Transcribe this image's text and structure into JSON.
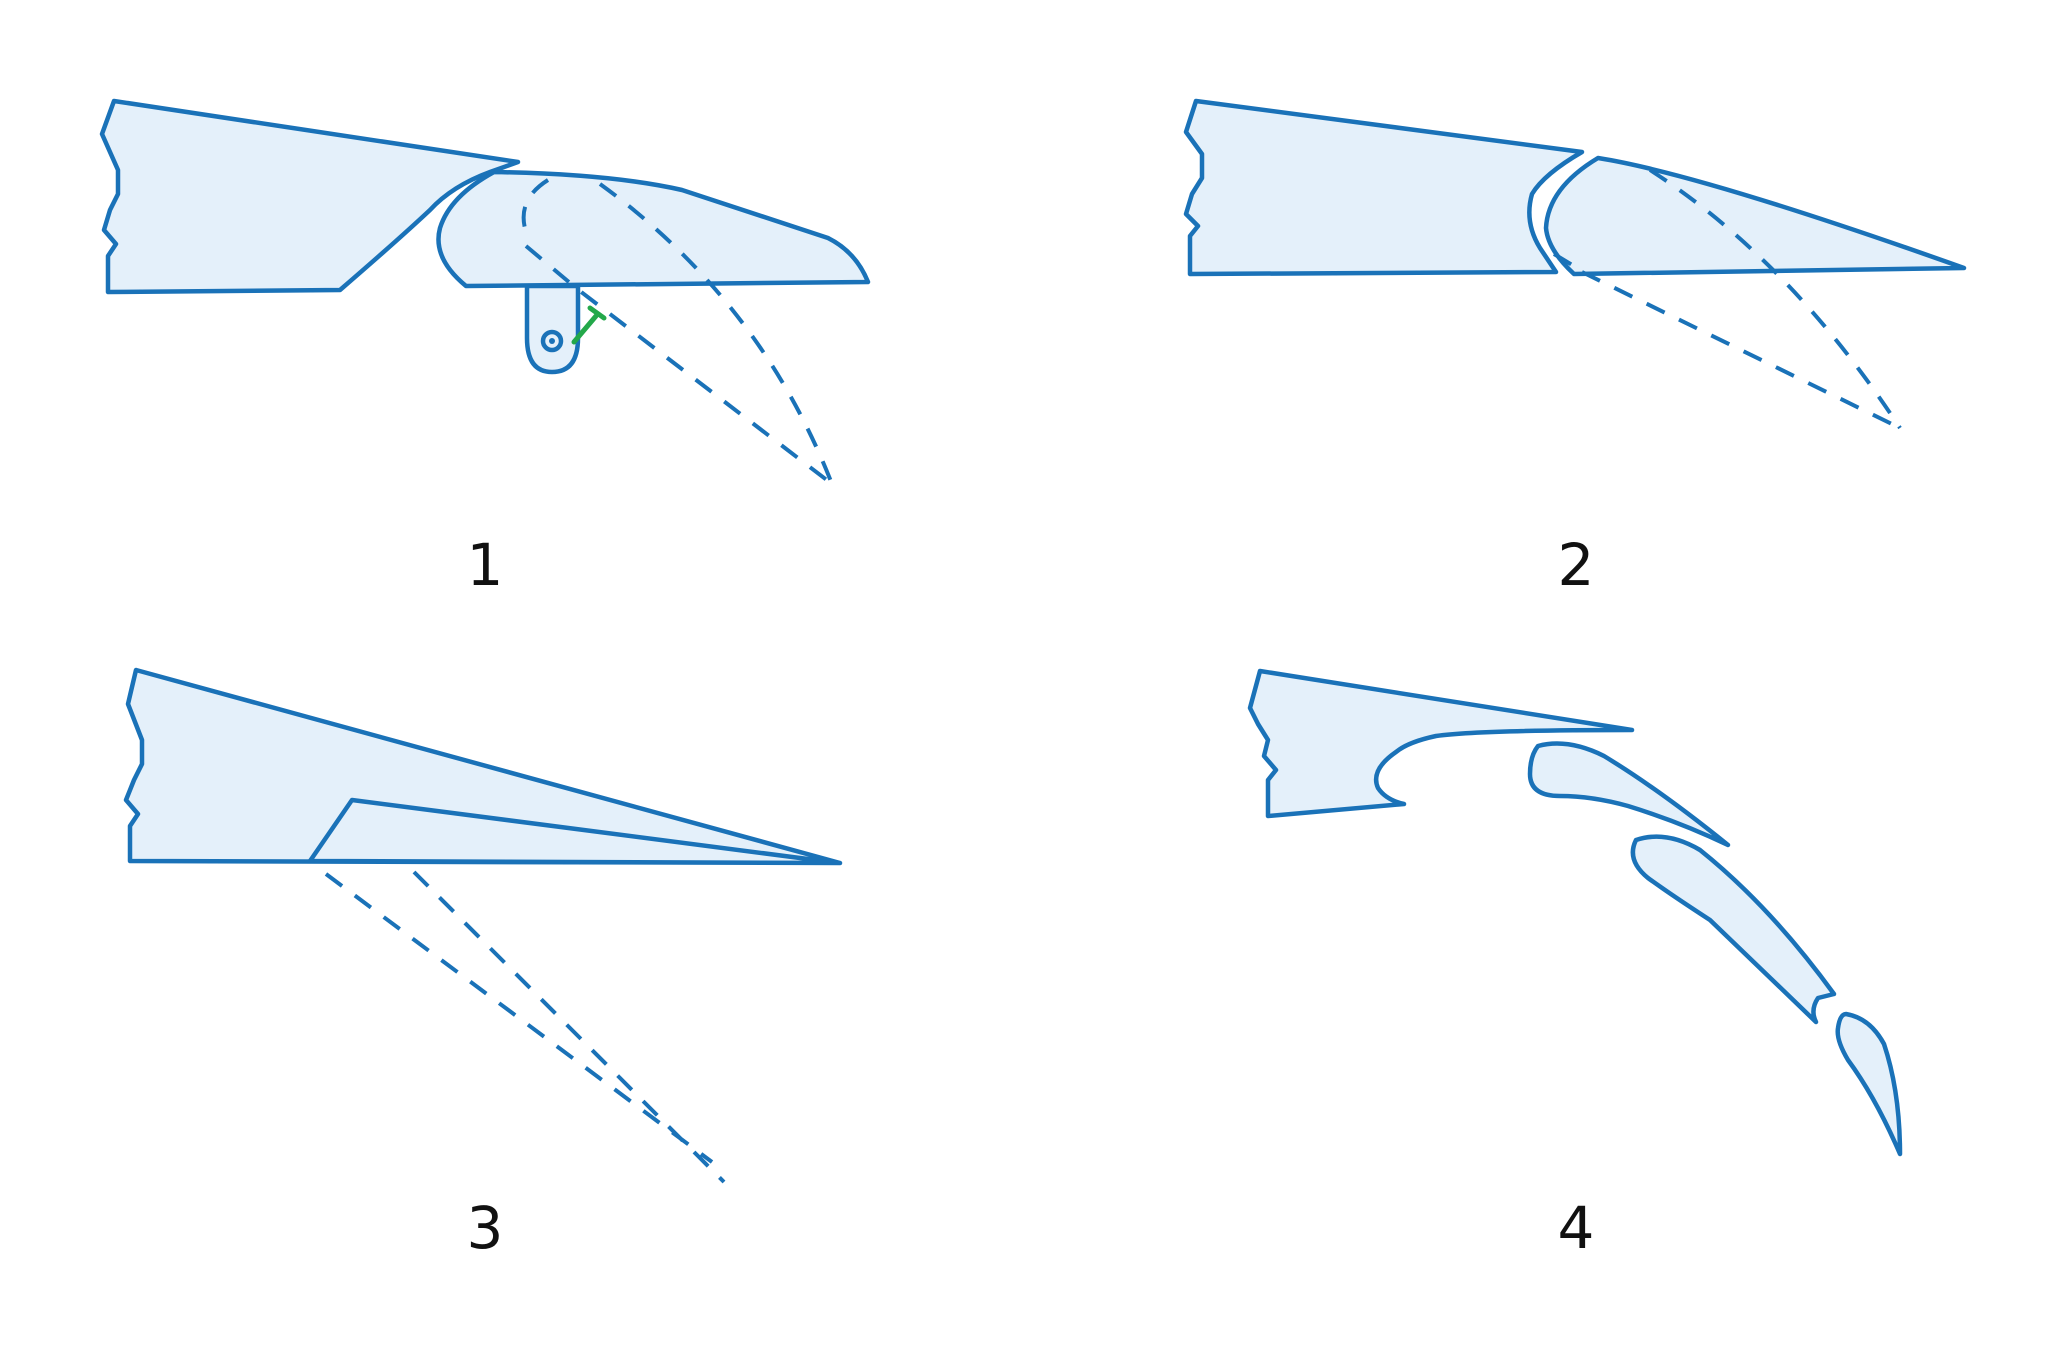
{
  "colors": {
    "stroke": "#1a72b8",
    "fill": "#e4f0fa",
    "accent": "#23a84a"
  },
  "panels": [
    {
      "number": "1"
    },
    {
      "number": "2"
    },
    {
      "number": "3"
    },
    {
      "number": "4"
    }
  ]
}
